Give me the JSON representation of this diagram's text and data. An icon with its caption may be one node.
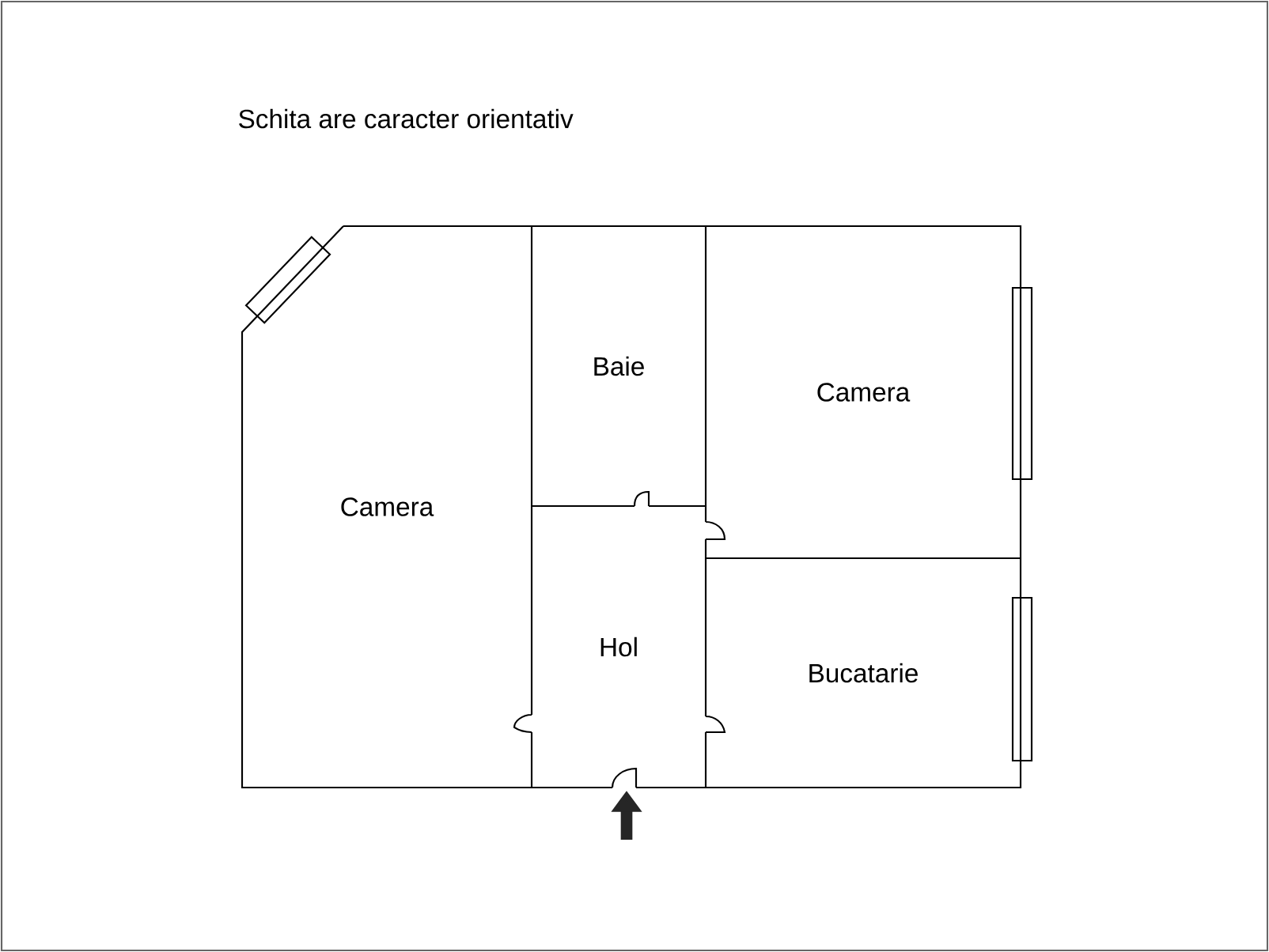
{
  "diagram": {
    "nodes": [
      {
        "text": [
          "Camera"
        ]
      },
      {
        "text": [
          "Baie"
        ]
      },
      {
        "text": [
          "Camera"
        ]
      },
      {
        "text": [
          "Hol"
        ]
      },
      {
        "text": [
          "Bucatarie"
        ]
      }
    ],
    "labels": [
      "Schita are caracter orientativ"
    ]
  }
}
